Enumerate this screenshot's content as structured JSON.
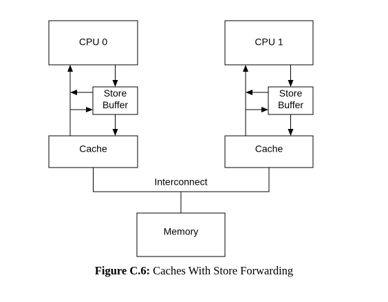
{
  "nodes": {
    "cpu0": "CPU 0",
    "cpu1": "CPU 1",
    "store_buffer_0": [
      "Store",
      "Buffer"
    ],
    "store_buffer_1": [
      "Store",
      "Buffer"
    ],
    "cache0": "Cache",
    "cache1": "Cache",
    "interconnect": "Interconnect",
    "memory": "Memory"
  },
  "caption": {
    "label": "Figure C.6:",
    "text": " Caches With Store Forwarding"
  }
}
